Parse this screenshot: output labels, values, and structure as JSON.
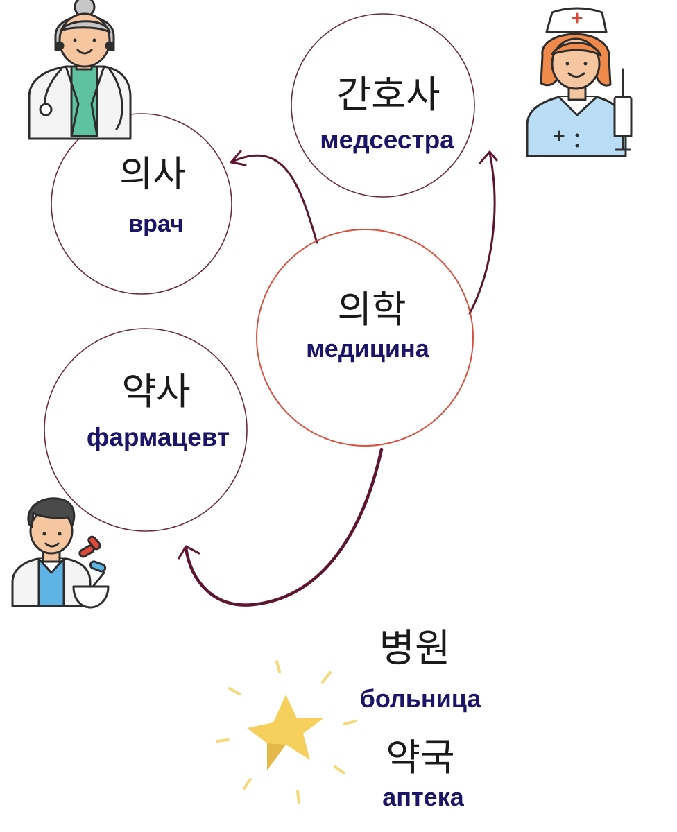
{
  "nodes": {
    "center": {
      "korean": "의학",
      "russian": "медицина"
    },
    "doctor": {
      "korean": "의사",
      "russian": "врач"
    },
    "nurse": {
      "korean": "간호사",
      "russian": "медсестра"
    },
    "pharmacist": {
      "korean": "약사",
      "russian": "фармацевт"
    }
  },
  "extra": {
    "hospital": {
      "korean": "병원",
      "russian": "больница"
    },
    "pharmacy": {
      "korean": "약국",
      "russian": "аптека"
    }
  },
  "colors": {
    "center_circle": "#d95040",
    "circle": "#6b2a3c",
    "arrow": "#5e1530",
    "russian_text": "#1b1468",
    "star": "#f6d05c",
    "sparkle": "#f3da7a"
  },
  "icons": {
    "doctor": "female-doctor-icon",
    "nurse": "nurse-icon",
    "pharmacist": "pharmacist-icon",
    "star": "star-icon"
  }
}
